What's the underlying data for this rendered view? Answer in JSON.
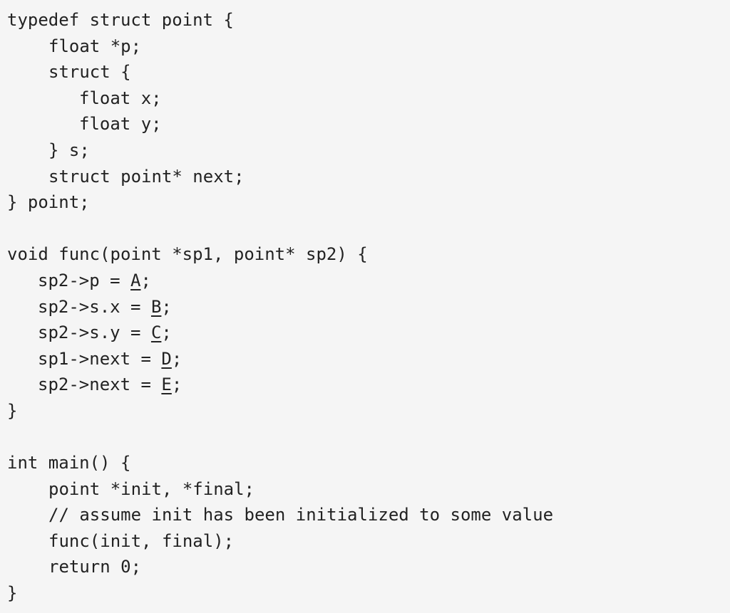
{
  "struct_def": {
    "line_open": "typedef struct point {",
    "line_p": "float *p;",
    "line_inner_open": "struct {",
    "line_x": "float x;",
    "line_y": "float y;",
    "line_inner_close": "} s;",
    "line_next": "struct point* next;",
    "line_close": "} point;"
  },
  "func_def": {
    "signature": "void func(point *sp1, point* sp2) {",
    "assignments": [
      {
        "lhs": "sp2->p = ",
        "blank": "A",
        "end": ";"
      },
      {
        "lhs": "sp2->s.x = ",
        "blank": "B",
        "end": ";"
      },
      {
        "lhs": "sp2->s.y = ",
        "blank": "C",
        "end": ";"
      },
      {
        "lhs": "sp1->next = ",
        "blank": "D",
        "end": ";"
      },
      {
        "lhs": "sp2->next = ",
        "blank": "E",
        "end": ";"
      }
    ],
    "close": "}"
  },
  "main_def": {
    "signature": "int main() {",
    "decl": "point *init, *final;",
    "comment": "// assume init has been initialized to some value",
    "call": "func(init, final);",
    "ret": "return 0;",
    "close": "}"
  }
}
